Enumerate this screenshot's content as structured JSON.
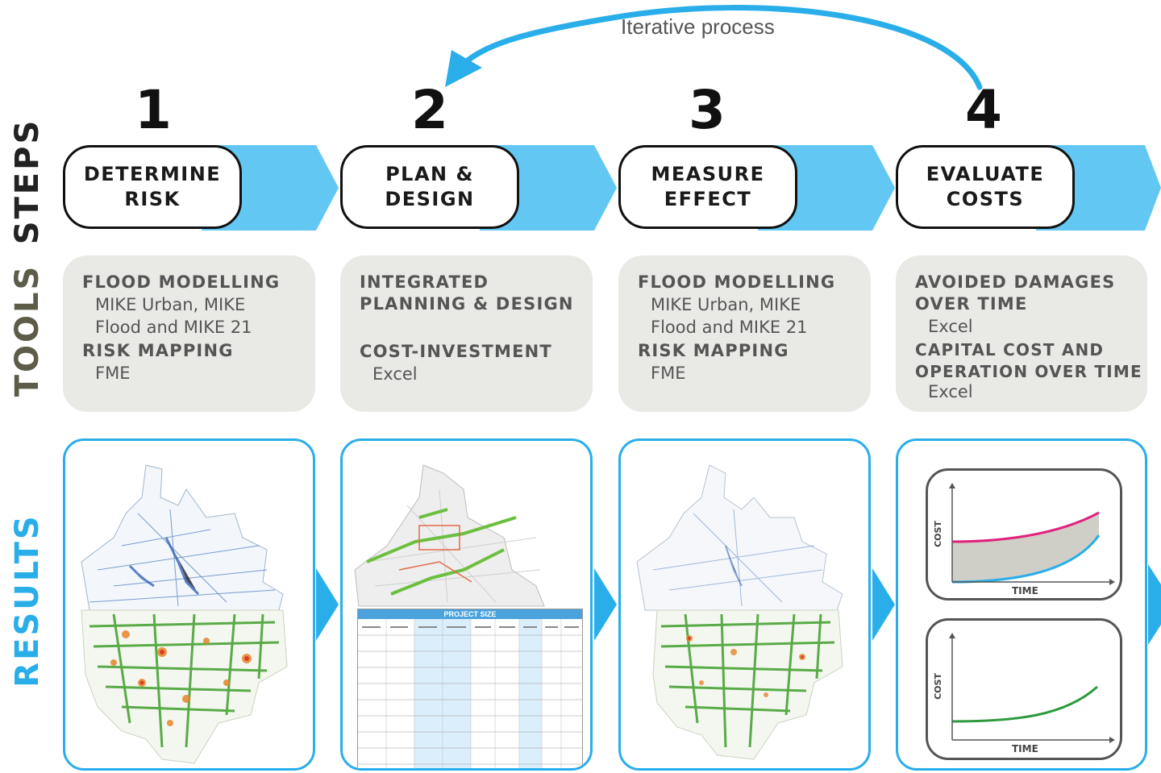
{
  "iterative_label": "Iterative process",
  "side_labels": {
    "steps": "STEPS",
    "tools": "TOOLS",
    "results": "RESULTS"
  },
  "colors": {
    "accent": "#29aeea",
    "band": "#62c8f3",
    "tools_bg": "#e9e9e6",
    "label_dark": "#222222",
    "label_tools": "#5c5c48",
    "results_label": "#29aeea"
  },
  "steps": [
    {
      "number": "1",
      "label": "DETERMINE\nRISK"
    },
    {
      "number": "2",
      "label": "PLAN &\nDESIGN"
    },
    {
      "number": "3",
      "label": "MEASURE\nEFFECT"
    },
    {
      "number": "4",
      "label": "EVALUATE\nCOSTS"
    }
  ],
  "tools": [
    {
      "lines": [
        {
          "kind": "head",
          "text": "FLOOD MODELLING"
        },
        {
          "kind": "sub",
          "text": "MIKE Urban, MIKE\nFlood and MIKE 21"
        },
        {
          "kind": "head",
          "text": "RISK MAPPING"
        },
        {
          "kind": "sub",
          "text": "FME"
        }
      ]
    },
    {
      "lines": [
        {
          "kind": "head",
          "text": "INTEGRATED\nPLANNING & DESIGN"
        },
        {
          "kind": "gap",
          "text": ""
        },
        {
          "kind": "head",
          "text": "COST-INVESTMENT"
        },
        {
          "kind": "sub",
          "text": "Excel"
        }
      ]
    },
    {
      "lines": [
        {
          "kind": "head",
          "text": "FLOOD MODELLING"
        },
        {
          "kind": "sub",
          "text": "MIKE Urban, MIKE\nFlood and MIKE 21"
        },
        {
          "kind": "head",
          "text": "RISK MAPPING"
        },
        {
          "kind": "sub",
          "text": "FME"
        }
      ]
    },
    {
      "lines": [
        {
          "kind": "head",
          "text": "AVOIDED DAMAGES\nOVER TIME"
        },
        {
          "kind": "sub",
          "text": "Excel"
        },
        {
          "kind": "head",
          "text": "CAPITAL COST AND\nOPERATION OVER TIME"
        },
        {
          "kind": "sub",
          "text": "Excel"
        }
      ]
    }
  ],
  "results": {
    "table_title": "PROJECT SIZE",
    "chart_top": {
      "ylabel": "COST",
      "xlabel": "TIME"
    },
    "chart_bottom": {
      "ylabel": "COST",
      "xlabel": "TIME"
    }
  }
}
